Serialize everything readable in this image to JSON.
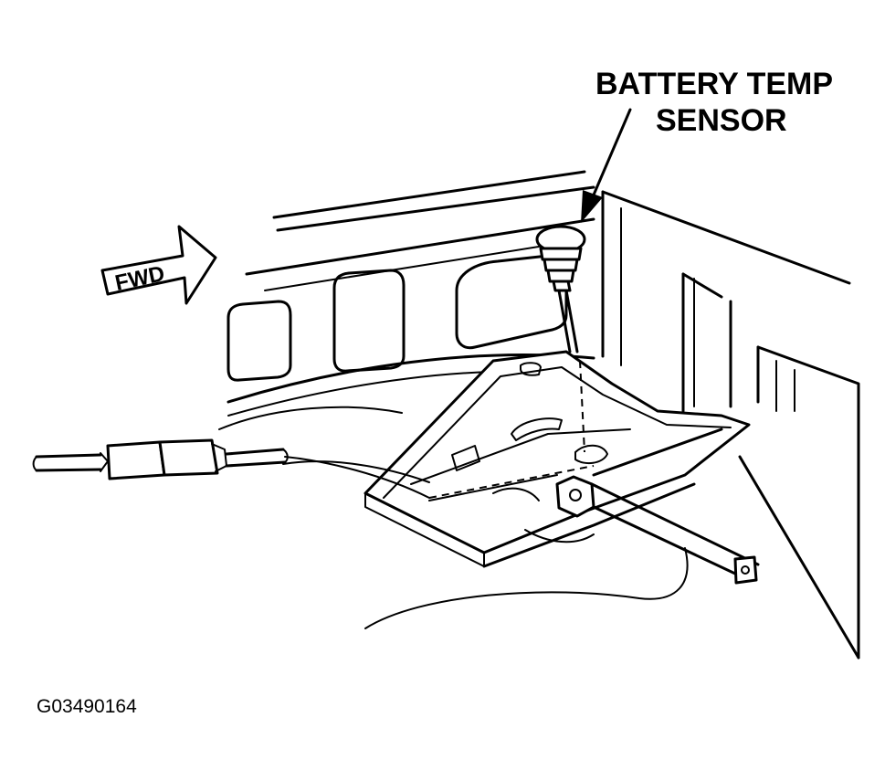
{
  "callout": {
    "line1": "BATTERY TEMP",
    "line2": "SENSOR"
  },
  "direction_arrow": {
    "label": "FWD"
  },
  "figure_id": "G03490164",
  "colors": {
    "ink": "#000000",
    "background": "#ffffff"
  }
}
